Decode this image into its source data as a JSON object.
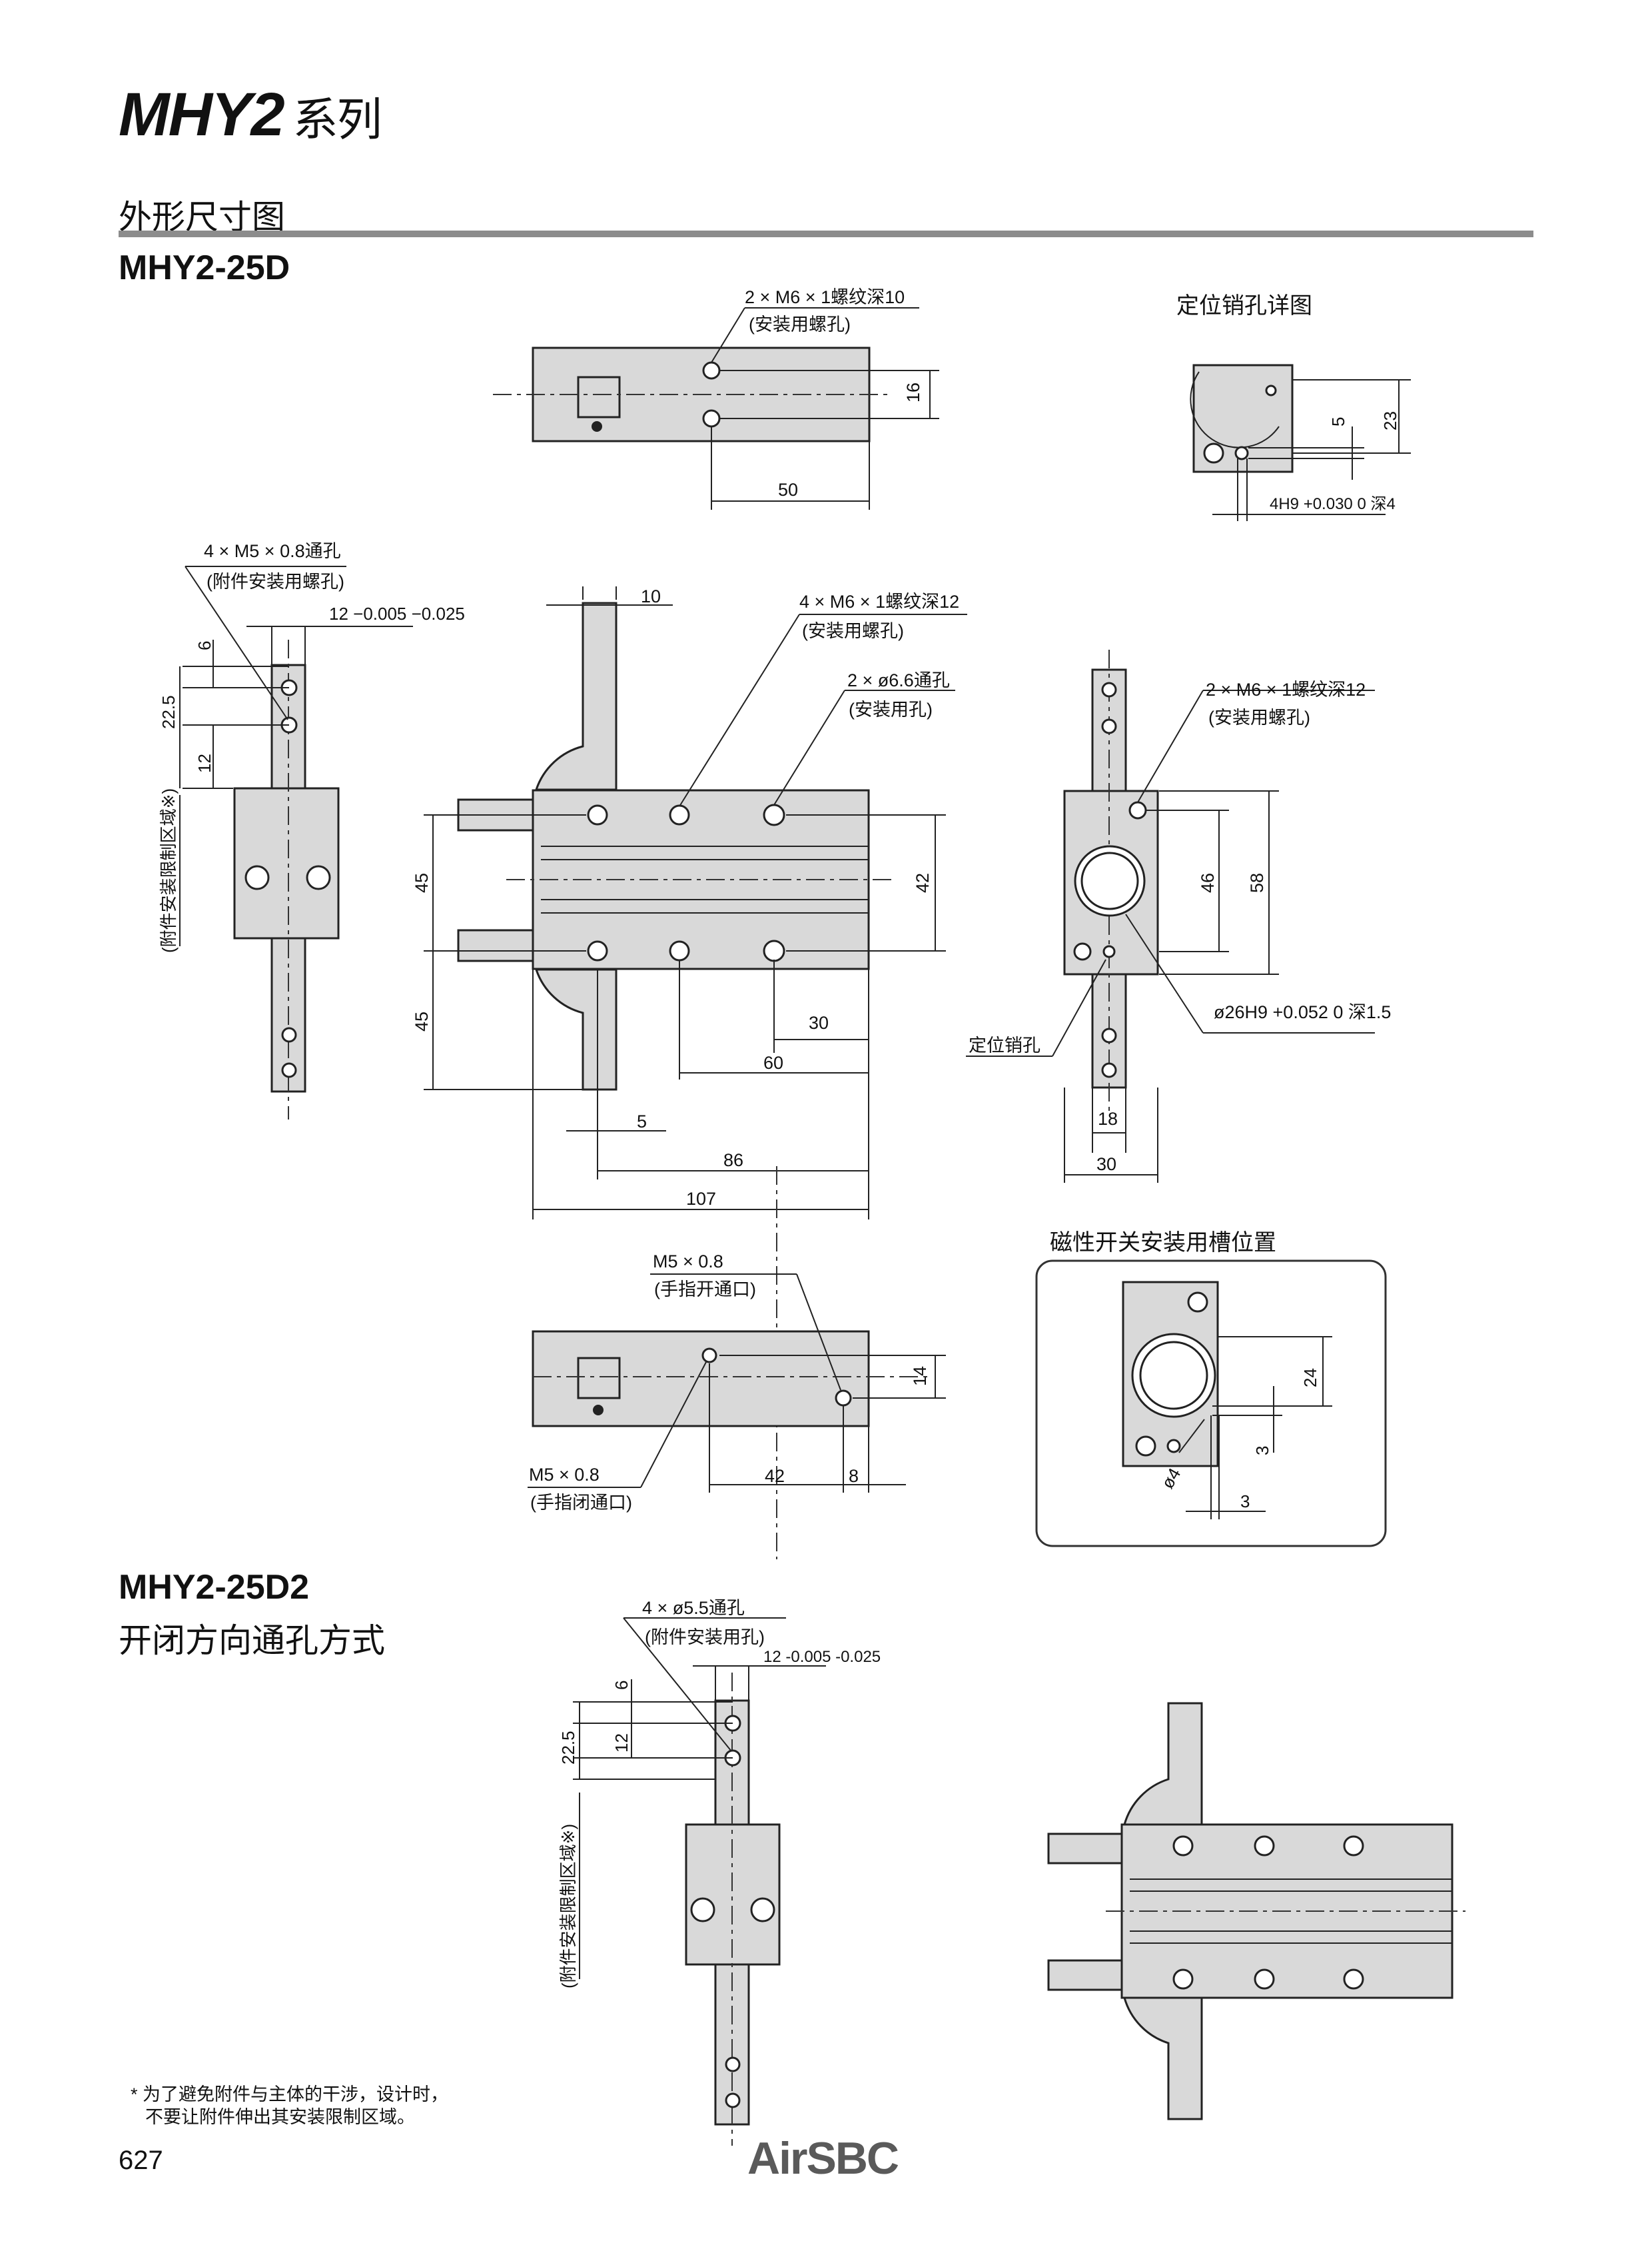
{
  "header": {
    "series_name": "MHY2",
    "series_suffix": "系列",
    "section_title": "外形尺寸图",
    "model_1": "MHY2-25D",
    "model_2": "MHY2-25D2",
    "model_2_subtitle": "开闭方向通孔方式"
  },
  "labels": {
    "top_view_thread": "2 × M6 × 1螺纹深10",
    "top_view_thread_note": "(安装用螺孔)",
    "pin_detail_title": "定位销孔详图",
    "pin_hole_spec": "4H9 +0.030 0 深4",
    "left_view_thread": "4 × M5 × 0.8通孔",
    "left_view_thread_note": "(附件安装用螺孔)",
    "left_view_width": "12 −0.005 −0.025",
    "restrict_zone": "(附件安装限制区域※)",
    "front_thread": "4 × M6 × 1螺纹深12",
    "front_thread_note": "(安装用螺孔)",
    "front_through": "2 × ø6.6通孔",
    "front_through_note": "(安装用孔)",
    "side_thread": "2 × M6 × 1螺纹深12",
    "side_thread_note": "(安装用螺孔)",
    "side_bore": "ø26H9 +0.052 0 深1.5",
    "pin_hole": "定位销孔",
    "port_open": "M5 × 0.8",
    "port_open_note": "(手指开通口)",
    "port_close": "M5 × 0.8",
    "port_close_note": "(手指闭通口)",
    "switch_slot_title": "磁性开关安装用槽位置",
    "d2_through": "4 × ø5.5通孔",
    "d2_through_note": "(附件安装用孔)",
    "d2_width": "12 -0.005 -0.025"
  },
  "dimensions": {
    "top_16": "16",
    "top_50": "50",
    "pin_5": "5",
    "pin_23": "23",
    "left_6": "6",
    "left_22_5": "22.5",
    "left_12": "12",
    "front_10": "10",
    "front_45a": "45",
    "front_45b": "45",
    "front_42": "42",
    "front_30": "30",
    "front_60": "60",
    "front_5": "5",
    "front_86": "86",
    "front_107": "107",
    "side_46": "46",
    "side_58": "58",
    "side_18": "18",
    "side_30": "30",
    "bottom_14": "14",
    "bottom_42": "42",
    "bottom_8": "8",
    "sw_24": "24",
    "sw_3a": "3",
    "sw_3b": "3",
    "sw_phi4": "ø4",
    "d2_6": "6",
    "d2_22_5": "22.5",
    "d2_12": "12"
  },
  "footer": {
    "note_line1": "* 为了避免附件与主体的干涉，设计时，",
    "note_line2": "不要让附件伸出其安装限制区域。",
    "page_number": "627",
    "brand_logo": "AirSBC"
  }
}
